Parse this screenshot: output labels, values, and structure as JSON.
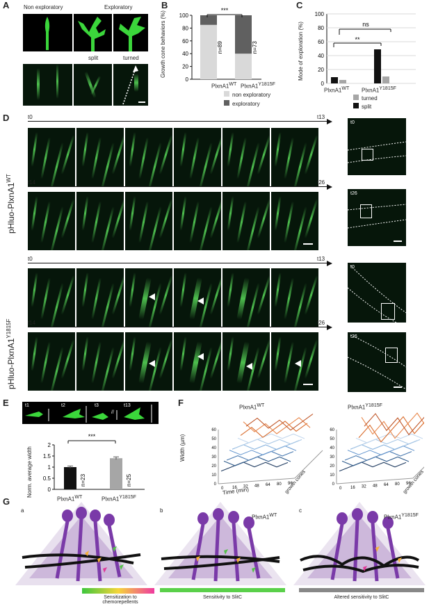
{
  "panels": {
    "A": {
      "label": "A",
      "non_exploratory": "Non exploratory",
      "exploratory": "Exploratory",
      "split": "split",
      "turned": "turned"
    },
    "B": {
      "label": "B",
      "ylabel": "Growth cone behaviors (%)",
      "sig": "***",
      "legend": [
        "non exploratory",
        "exploratory"
      ]
    },
    "C": {
      "label": "C",
      "ylabel": "Mode of exploration (%)",
      "sig_ns": "ns",
      "sig_star": "**",
      "legend": [
        "turned",
        "split"
      ]
    },
    "D": {
      "label": "D",
      "row_wt": "pHluo-PlxnA1",
      "row_wt_sup": "WT",
      "row_mut": "pHluo-PlxnA1",
      "row_mut_sup": "Y1815F",
      "t0": "t0",
      "t13": "t13",
      "t14": "t14",
      "t26": "t26"
    },
    "E": {
      "label": "E",
      "ylabel": "Norm. average width",
      "sig": "***",
      "t1": "t1",
      "t2": "t2",
      "t3": "t3",
      "t13": "t13",
      "sep": "//"
    },
    "F": {
      "label": "F",
      "ylabel": "Width (µm)",
      "xlabel": "Time (min)",
      "zlabel": "growth cones",
      "title_wt": "PlxnA1",
      "title_wt_sup": "WT",
      "title_mut": "PlxnA1",
      "title_mut_sup": "Y1815F"
    },
    "G": {
      "label": "G",
      "a": "a",
      "b": "b",
      "c": "c",
      "b_title": "PlxnA1",
      "b_sup": "WT",
      "c_title": "PlxnA1",
      "c_sup": "Y1815F",
      "cap_a": "Sensitization to chemorepellents",
      "cap_b": "Sensitivity to SlitC",
      "cap_c": "Altered sensitivity to SlitC"
    }
  },
  "genotypes": {
    "wt": "PlxnA1",
    "wt_sup": "WT",
    "mut": "PlxnA1",
    "mut_sup": "Y1815F"
  },
  "colors": {
    "light_gray": "#d9d9d9",
    "dark_gray": "#606060",
    "black": "#111111",
    "mid_gray": "#a6a6a6",
    "green_bar": "#5ad04a",
    "gray_bar": "#888888",
    "purple": "#6a2a9a",
    "orange": "#c0582a",
    "blue": "#2a4a7a"
  },
  "chart_data": [
    {
      "type": "bar",
      "panel": "B",
      "title": "",
      "categories": [
        "PlxnA1WT",
        "PlxnA1Y1815F"
      ],
      "series": [
        {
          "name": "non exploratory",
          "values": [
            85,
            40
          ]
        },
        {
          "name": "exploratory",
          "values": [
            15,
            60
          ]
        }
      ],
      "n_labels": [
        "n=89",
        "n=73"
      ],
      "ylim": [
        0,
        100
      ],
      "yticks": [
        0,
        20,
        40,
        60,
        80,
        100
      ],
      "stacked": true
    },
    {
      "type": "bar",
      "panel": "C",
      "title": "",
      "categories": [
        "PlxnA1WT",
        "PlxnA1Y1815F"
      ],
      "series": [
        {
          "name": "split",
          "values": [
            9,
            49
          ]
        },
        {
          "name": "turned",
          "values": [
            5,
            10
          ]
        }
      ],
      "ylim": [
        0,
        100
      ],
      "yticks": [
        0,
        20,
        40,
        60,
        80,
        100
      ]
    },
    {
      "type": "bar",
      "panel": "E",
      "title": "",
      "categories": [
        "PlxnA1WT",
        "PlxnA1Y1815F"
      ],
      "values": [
        1.0,
        1.4
      ],
      "errors": [
        0.05,
        0.06
      ],
      "n_labels": [
        "n=23",
        "n=25"
      ],
      "ylim": [
        0,
        2
      ],
      "yticks": [
        0,
        0.5,
        1,
        1.5,
        2
      ]
    },
    {
      "type": "line",
      "panel": "F",
      "title": "",
      "x": [
        0,
        16,
        32,
        48,
        64,
        80,
        96
      ],
      "xticks": [
        "0",
        "16",
        "32",
        "48",
        "64",
        "80",
        "96"
      ],
      "ylim": [
        0,
        60
      ],
      "yticks": [
        "0",
        "10",
        "20",
        "30",
        "40",
        "50",
        "60"
      ]
    }
  ]
}
